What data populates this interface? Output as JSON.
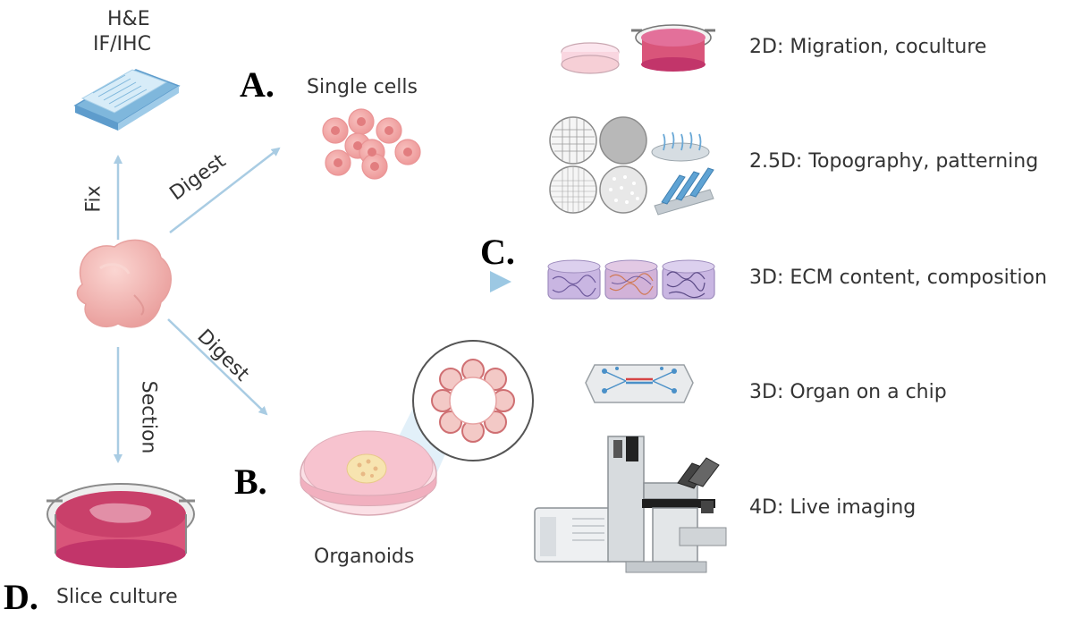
{
  "labels": {
    "he": "H&E",
    "ifihc": "IF/IHC",
    "fix": "Fix",
    "digest_top": "Digest",
    "digest_bottom": "Digest",
    "section": "Section",
    "single_cells": "Single cells",
    "organoids": "Organoids",
    "slice_culture": "Slice culture",
    "panel_a": "A.",
    "panel_b": "B.",
    "panel_c": "C.",
    "panel_d": "D.",
    "m2d": "2D: Migration, coculture",
    "m25d": "2.5D: Topography, patterning",
    "m3d_ecm": "3D: ECM content, composition",
    "m3d_chip": "3D: Organ on a chip",
    "m4d": "4D: Live imaging"
  },
  "colors": {
    "arrow": "#a9cce3",
    "tissue": "#f2b6b3",
    "cell": "#f4a9a8",
    "cell_nucleus": "#e27d7f",
    "dish_pink": "#f6cfd6",
    "culture_red": "#d9557a",
    "gel_purple": "#c9b6e2",
    "slide_blue": "#bfe0f2",
    "microscope_gray": "#cfd3d6"
  }
}
